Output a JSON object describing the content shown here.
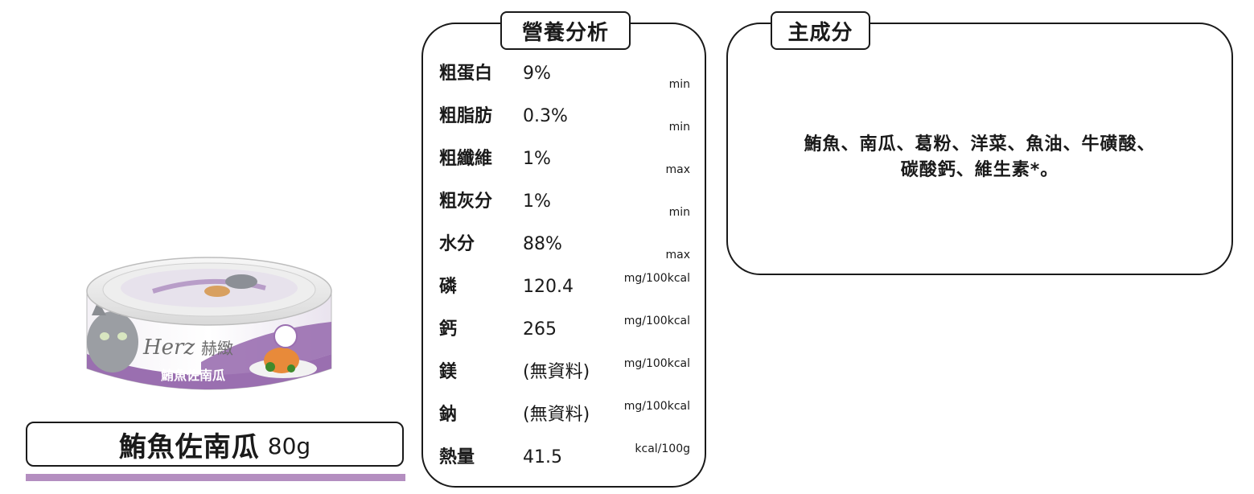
{
  "product": {
    "image_brand": "Herz",
    "image_brand_zh": "赫緻",
    "image_name": "鮪魚佐南瓜",
    "name": "鮪魚佐南瓜",
    "weight": "80g"
  },
  "nutrition": {
    "title": "營養分析",
    "rows": [
      {
        "label": "粗蛋白",
        "value": "9%",
        "unit": "min"
      },
      {
        "label": "粗脂肪",
        "value": "0.3%",
        "unit": "min"
      },
      {
        "label": "粗纖維",
        "value": "1%",
        "unit": "max"
      },
      {
        "label": "粗灰分",
        "value": "1%",
        "unit": "min"
      },
      {
        "label": "水分",
        "value": "88%",
        "unit": "max"
      },
      {
        "label": "磷",
        "value": "120.4",
        "unit": "mg/100kcal"
      },
      {
        "label": "鈣",
        "value": "265",
        "unit": "mg/100kcal"
      },
      {
        "label": "鎂",
        "value": "(無資料)",
        "unit": "mg/100kcal"
      },
      {
        "label": "鈉",
        "value": "(無資料)",
        "unit": "mg/100kcal"
      },
      {
        "label": "熱量",
        "value": "41.5",
        "unit": "kcal/100g"
      }
    ]
  },
  "ingredients": {
    "title": "主成分",
    "line1": "鮪魚、南瓜、葛粉、洋菜、魚油、牛磺酸、",
    "line2": "碳酸鈣、維生素*。"
  },
  "colors": {
    "accent_purple": "#b48ec0",
    "can_purple": "#9a6fb0",
    "border": "#1a1a1a"
  }
}
